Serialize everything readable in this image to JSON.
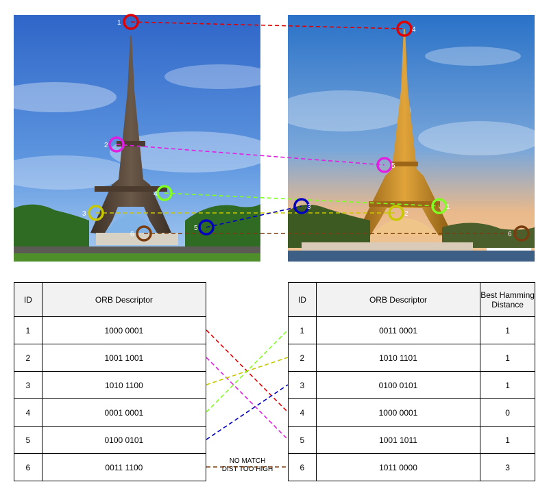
{
  "left_table": {
    "headers": {
      "id": "ID",
      "descriptor": "ORB Descriptor"
    },
    "rows": [
      {
        "id": "1",
        "descriptor": "1000 0001"
      },
      {
        "id": "2",
        "descriptor": "1001 1001"
      },
      {
        "id": "3",
        "descriptor": "1010 1100"
      },
      {
        "id": "4",
        "descriptor": "0001 0001"
      },
      {
        "id": "5",
        "descriptor": "0100 0101"
      },
      {
        "id": "6",
        "descriptor": "0011 1100"
      }
    ]
  },
  "right_table": {
    "headers": {
      "id": "ID",
      "descriptor": "ORB Descriptor",
      "distance": "Best Hamming Distance"
    },
    "rows": [
      {
        "id": "1",
        "descriptor": "0011 0001",
        "distance": "1"
      },
      {
        "id": "2",
        "descriptor": "1010 1101",
        "distance": "1"
      },
      {
        "id": "3",
        "descriptor": "0100 0101",
        "distance": "1"
      },
      {
        "id": "4",
        "descriptor": "1000 0001",
        "distance": "0"
      },
      {
        "id": "5",
        "descriptor": "1001 1011",
        "distance": "1"
      },
      {
        "id": "6",
        "descriptor": "1011 0000",
        "distance": "3"
      }
    ]
  },
  "no_match_note": {
    "line1": "NO MATCH",
    "line2": "DIST TOO HIGH"
  },
  "keypoints": {
    "left": [
      {
        "id": "1",
        "color": "#e00000"
      },
      {
        "id": "2",
        "color": "#e020e0"
      },
      {
        "id": "3",
        "color": "#c8c800"
      },
      {
        "id": "4",
        "color": "#80ff20"
      },
      {
        "id": "5",
        "color": "#0000c0"
      },
      {
        "id": "6",
        "color": "#7a3d10"
      }
    ],
    "right": [
      {
        "id": "1",
        "color": "#80ff20"
      },
      {
        "id": "2",
        "color": "#c8c800"
      },
      {
        "id": "3",
        "color": "#0000c0"
      },
      {
        "id": "4",
        "color": "#e00000"
      },
      {
        "id": "5",
        "color": "#e020e0"
      },
      {
        "id": "6",
        "color": "#7a3d10"
      }
    ]
  },
  "matches": [
    {
      "left": "1",
      "right": "4",
      "color": "#e00000"
    },
    {
      "left": "2",
      "right": "5",
      "color": "#e020e0"
    },
    {
      "left": "3",
      "right": "2",
      "color": "#c8c800"
    },
    {
      "left": "4",
      "right": "1",
      "color": "#80ff20"
    },
    {
      "left": "5",
      "right": "3",
      "color": "#0000c0"
    },
    {
      "left": "6",
      "right": "6",
      "color": "#7a3d10"
    }
  ]
}
